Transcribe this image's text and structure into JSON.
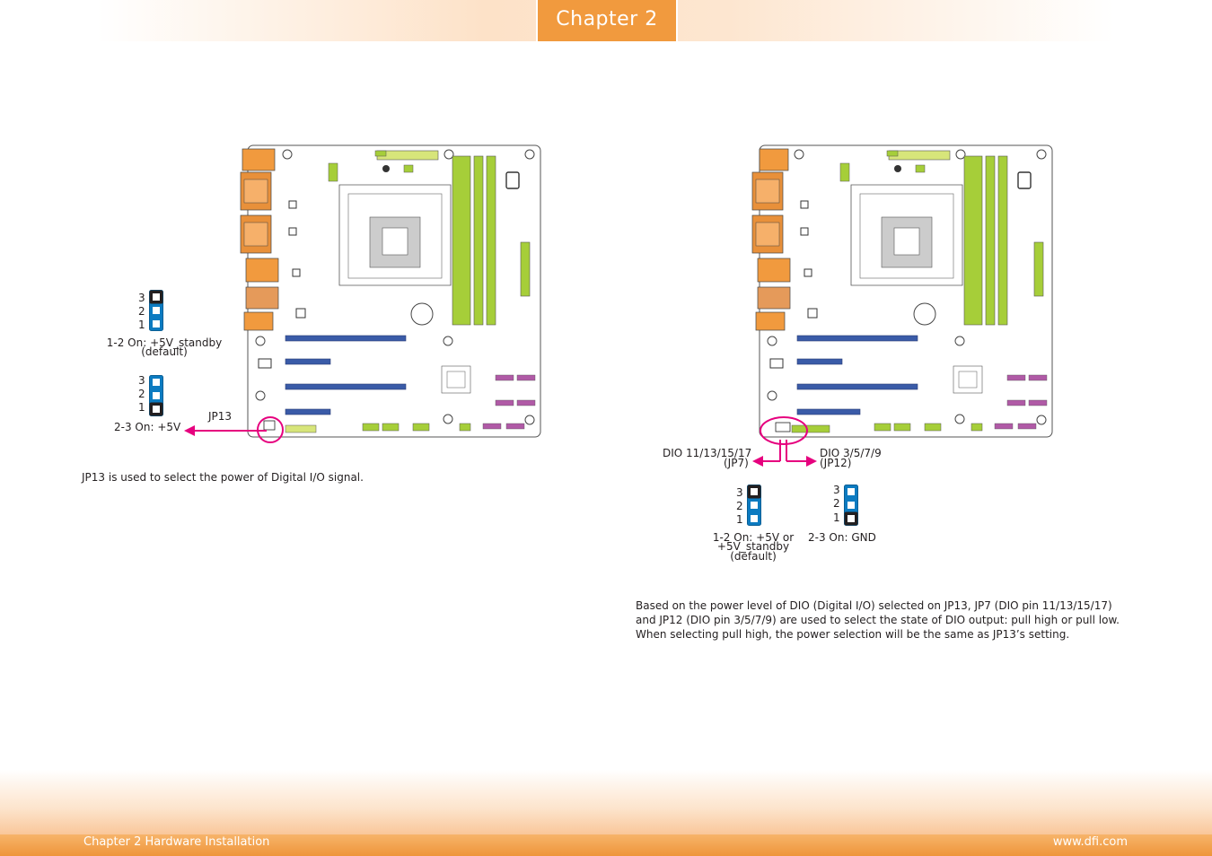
{
  "header": {
    "chapter_tab": "Chapter 2"
  },
  "footer": {
    "left": "Chapter 2 Hardware Installation",
    "right": "www.dfi.com"
  },
  "left_section": {
    "pins": [
      "3",
      "2",
      "1"
    ],
    "setting_1": {
      "line1": "1-2 On: +5V_standby",
      "line2": "(default)"
    },
    "setting_2": "2-3 On: +5V",
    "jumper_label": "JP13",
    "description": "JP13 is used to select the power of Digital I/O signal."
  },
  "right_section": {
    "jp7_label": {
      "line1": "DIO 11/13/15/17",
      "line2": "(JP7)"
    },
    "jp12_label": {
      "line1": "DIO 3/5/7/9",
      "line2": "(JP12)"
    },
    "pins": [
      "3",
      "2",
      "1"
    ],
    "setting_1": {
      "line1": "1-2 On: +5V or",
      "line2": "+5V_standby",
      "line3": "(default)"
    },
    "setting_2": "2-3 On: GND",
    "description": "Based on the power level of DIO (Digital I/O) selected on JP13, JP7 (DIO pin 11/13/15/17) and JP12 (DIO pin 3/5/7/9) are used to select the state of DIO output: pull high or pull low. When selecting pull high, the power selection will be the same as JP13’s setting."
  },
  "colors": {
    "accent": "#f19a3e",
    "highlight": "#e6007e",
    "jumper_blue": "#0c7bc1",
    "slot_green": "#a6ce39",
    "slot_blue": "#3a5ba8",
    "connector_purple": "#b05aa6"
  }
}
